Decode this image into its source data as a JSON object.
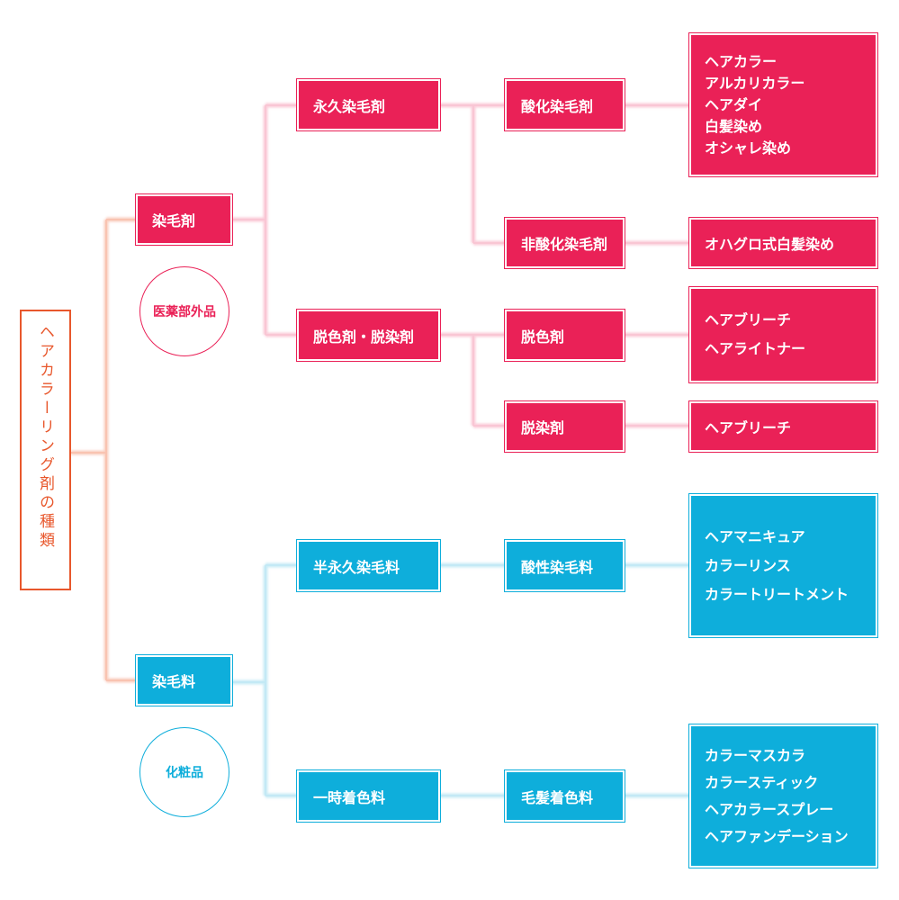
{
  "root": {
    "label": "ヘアカラーリング剤の種類"
  },
  "groups": {
    "dye": {
      "label": "染毛剤",
      "badge": "医薬部外品"
    },
    "colorant": {
      "label": "染毛料",
      "badge": "化粧品"
    }
  },
  "level2": {
    "permanent": "永久染毛剤",
    "bleach": "脱色剤・脱染剤",
    "semi_permanent": "半永久染毛料",
    "temporary": "一時着色料"
  },
  "level3": {
    "oxidative": "酸化染毛剤",
    "non_oxidative": "非酸化染毛剤",
    "decolorant": "脱色剤",
    "dye_remover": "脱染剤",
    "acidic": "酸性染毛料",
    "hair_colorant": "毛髪着色料"
  },
  "products": {
    "oxidative": [
      "ヘアカラー",
      "アルカリカラー",
      "ヘアダイ",
      "白髪染め",
      "オシャレ染め"
    ],
    "non_oxidative": [
      "オハグロ式白髪染め"
    ],
    "decolorant": [
      "ヘアブリーチ",
      "ヘアライトナー"
    ],
    "dye_remover": [
      "ヘアブリーチ"
    ],
    "acidic": [
      "ヘアマニキュア",
      "カラーリンス",
      "カラートリートメント"
    ],
    "hair_colorant": [
      "カラーマスカラ",
      "カラースティック",
      "ヘアカラースプレー",
      "ヘアファンデーション"
    ]
  },
  "colors": {
    "pink": "#ea2157",
    "blue": "#0eaedb",
    "orange": "#e8572c"
  }
}
